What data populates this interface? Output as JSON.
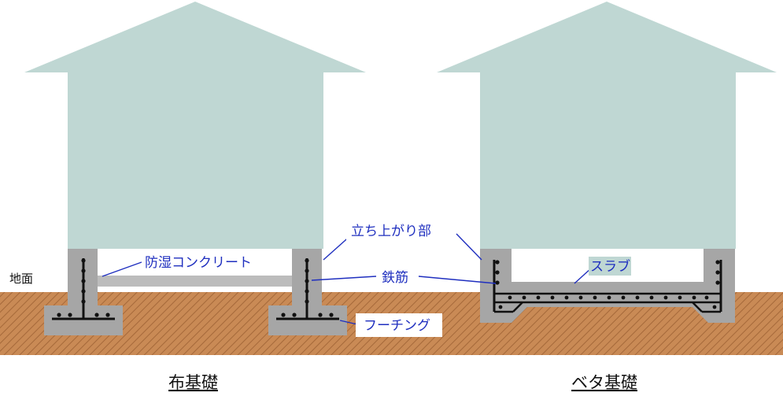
{
  "labels": {
    "ground": "地面",
    "moisture_concrete": "防湿コンクリート",
    "riser": "立ち上がり部",
    "rebar": "鉄筋",
    "footing": "フーチング",
    "slab": "スラブ"
  },
  "captions": {
    "strip_foundation": "布基礎",
    "mat_foundation": "ベタ基礎"
  },
  "colors": {
    "house": "#bfd7d3",
    "soil": "#c98a55",
    "soil_hatch": "#a5693a",
    "concrete": "#a6a6a6",
    "label_text": "#1f2fbf",
    "leader_line": "#1f2fbf"
  }
}
